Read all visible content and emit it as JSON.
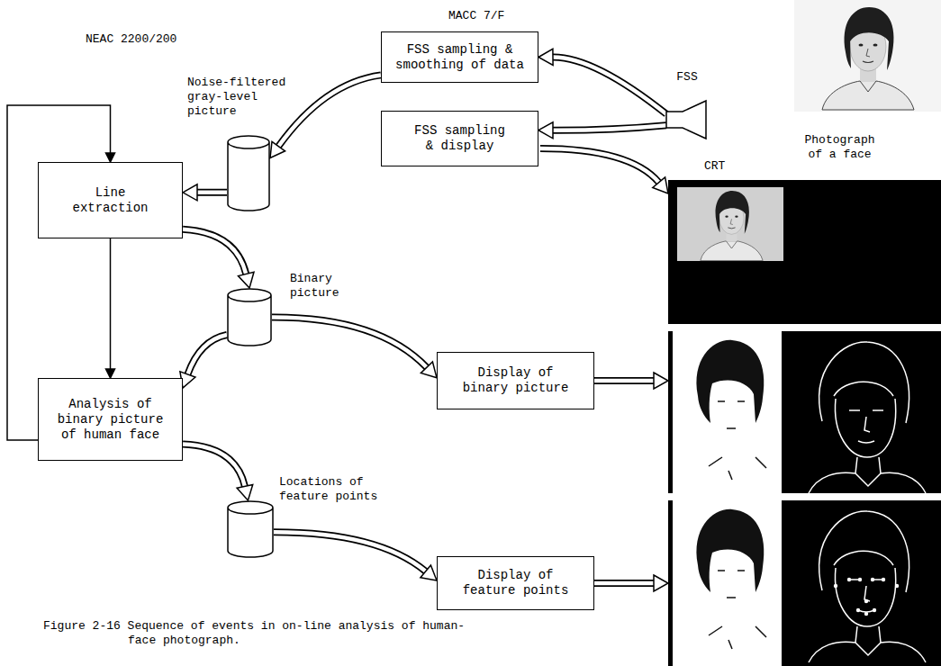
{
  "diagram": {
    "caption": "Figure 2-16 Sequence of events in on-line analysis of human-face photograph.",
    "nodes": [
      {
        "text": [
          "FSS sampling & smoothing of data"
        ]
      },
      {
        "text": [
          "FSS"
        ]
      },
      {
        "text": [
          "Noise-filtered gray-level picture"
        ]
      },
      {
        "text": [
          "FSS sampling & display"
        ]
      },
      {
        "text": [
          "Line extraction"
        ]
      },
      {
        "text": [
          "Binary picture"
        ]
      },
      {
        "text": [
          "Display of binary picture"
        ]
      },
      {
        "text": [
          "Analysis of binary picture of human face"
        ]
      },
      {
        "text": [
          "Locations of feature points"
        ]
      },
      {
        "text": [
          "Display of feature points"
        ]
      }
    ],
    "edges": [
      {
        "from": 1,
        "to": 0,
        "arrow": "to"
      },
      {
        "from": 1,
        "to": 3,
        "arrow": "to"
      },
      {
        "from": 0,
        "to": 2,
        "arrow": "to"
      },
      {
        "from": 2,
        "to": 4,
        "arrow": "to"
      },
      {
        "from": 4,
        "to": 5,
        "arrow": "to"
      },
      {
        "from": 4,
        "to": 7,
        "arrow": "to"
      },
      {
        "from": 5,
        "to": 7,
        "arrow": "to"
      },
      {
        "from": 5,
        "to": 6,
        "arrow": "to"
      },
      {
        "from": 7,
        "to": 8,
        "arrow": "to"
      },
      {
        "from": 8,
        "to": 9,
        "arrow": "to"
      },
      {
        "from": 7,
        "to": 4,
        "arrow": "to"
      }
    ],
    "labels": [
      "NEAC 2200/200",
      "MACC 7/F",
      "Photograph of a face",
      "CRT"
    ]
  }
}
